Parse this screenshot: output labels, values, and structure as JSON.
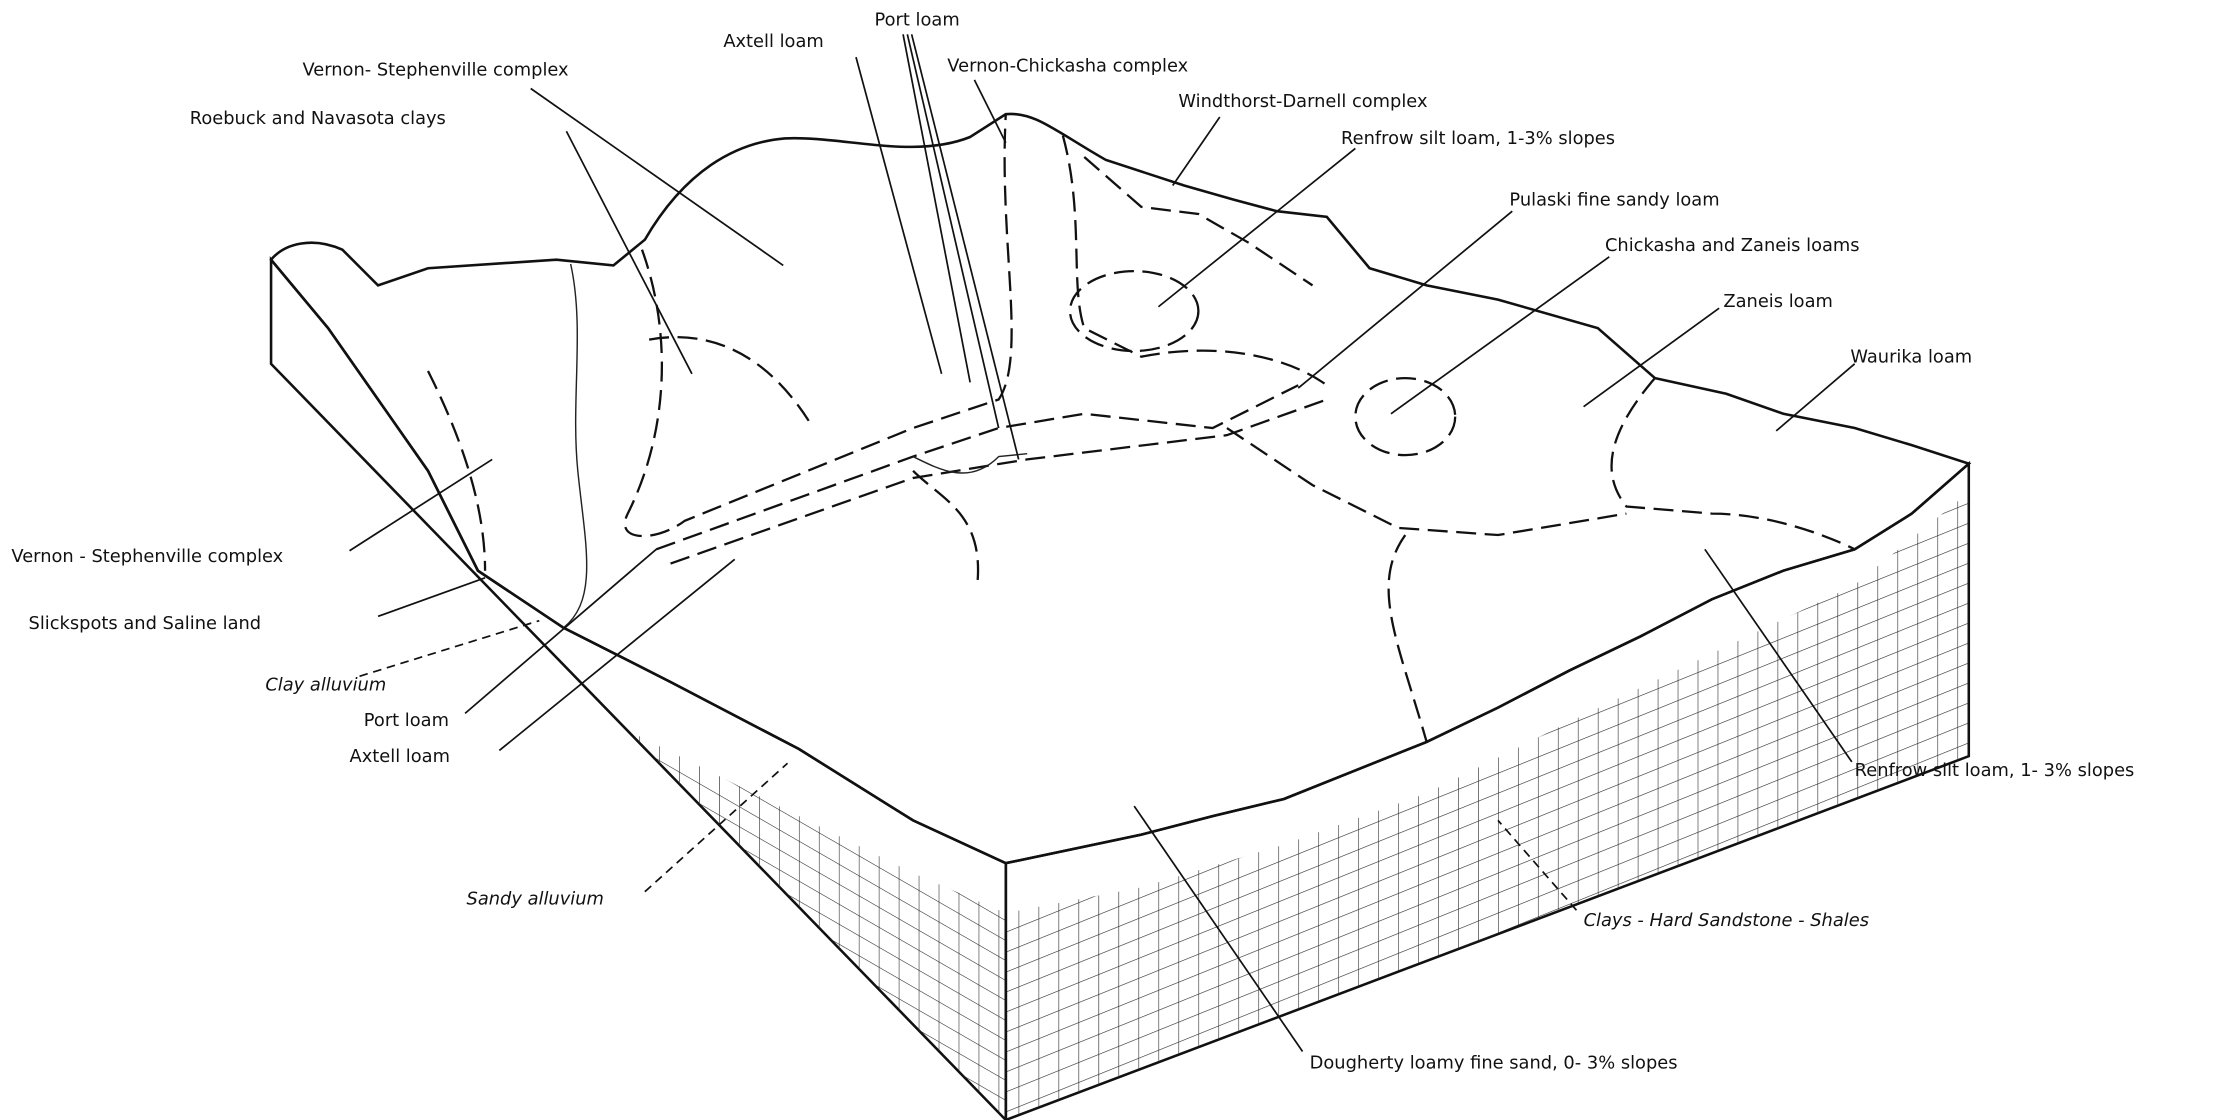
{
  "labels": {
    "port_loam_top": "Port loam",
    "axtell_loam_top": "Axtell loam",
    "vernon_stephenville_top": "Vernon- Stephenville complex",
    "vernon_chickasha": "Vernon-Chickasha complex",
    "roebuck_navasota": "Roebuck and Navasota clays",
    "windthorst_darnell": "Windthorst-Darnell complex",
    "renfrow_top": "Renfrow silt loam, 1-3% slopes",
    "pulaski": "Pulaski fine sandy loam",
    "chickasha_zaneis": "Chickasha and Zaneis loams",
    "zaneis": "Zaneis loam",
    "waurika": "Waurika loam",
    "vernon_stephenville_left": "Vernon - Stephenville complex",
    "slickspots": "Slickspots and Saline land",
    "clay_alluvium": "Clay alluvium",
    "port_loam_bottom": "Port loam",
    "axtell_loam_bottom": "Axtell loam",
    "renfrow_bottom": "Renfrow silt loam, 1- 3% slopes",
    "sandy_alluvium": "Sandy alluvium",
    "bedrock": "Clays - Hard Sandstone - Shales",
    "dougherty": "Dougherty loamy fine sand, 0- 3% slopes"
  }
}
